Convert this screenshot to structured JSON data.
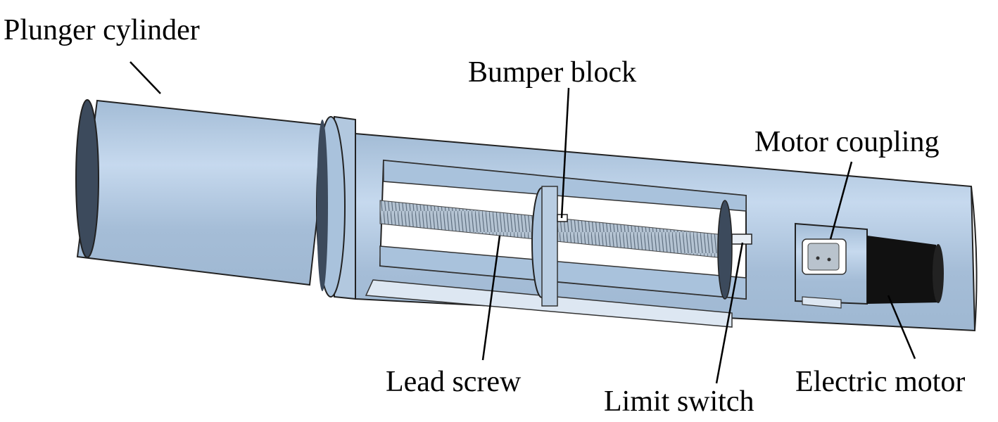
{
  "labels": {
    "plunger_cylinder": "Plunger cylinder",
    "bumper_block": "Bumper block",
    "motor_coupling": "Motor coupling",
    "lead_screw": "Lead screw",
    "limit_switch": "Limit switch",
    "electric_motor": "Electric motor"
  },
  "colors": {
    "body": "#a9c2dc",
    "body_light": "#c8dbef",
    "body_dark": "#3c4a5c",
    "motor": "#111111"
  }
}
